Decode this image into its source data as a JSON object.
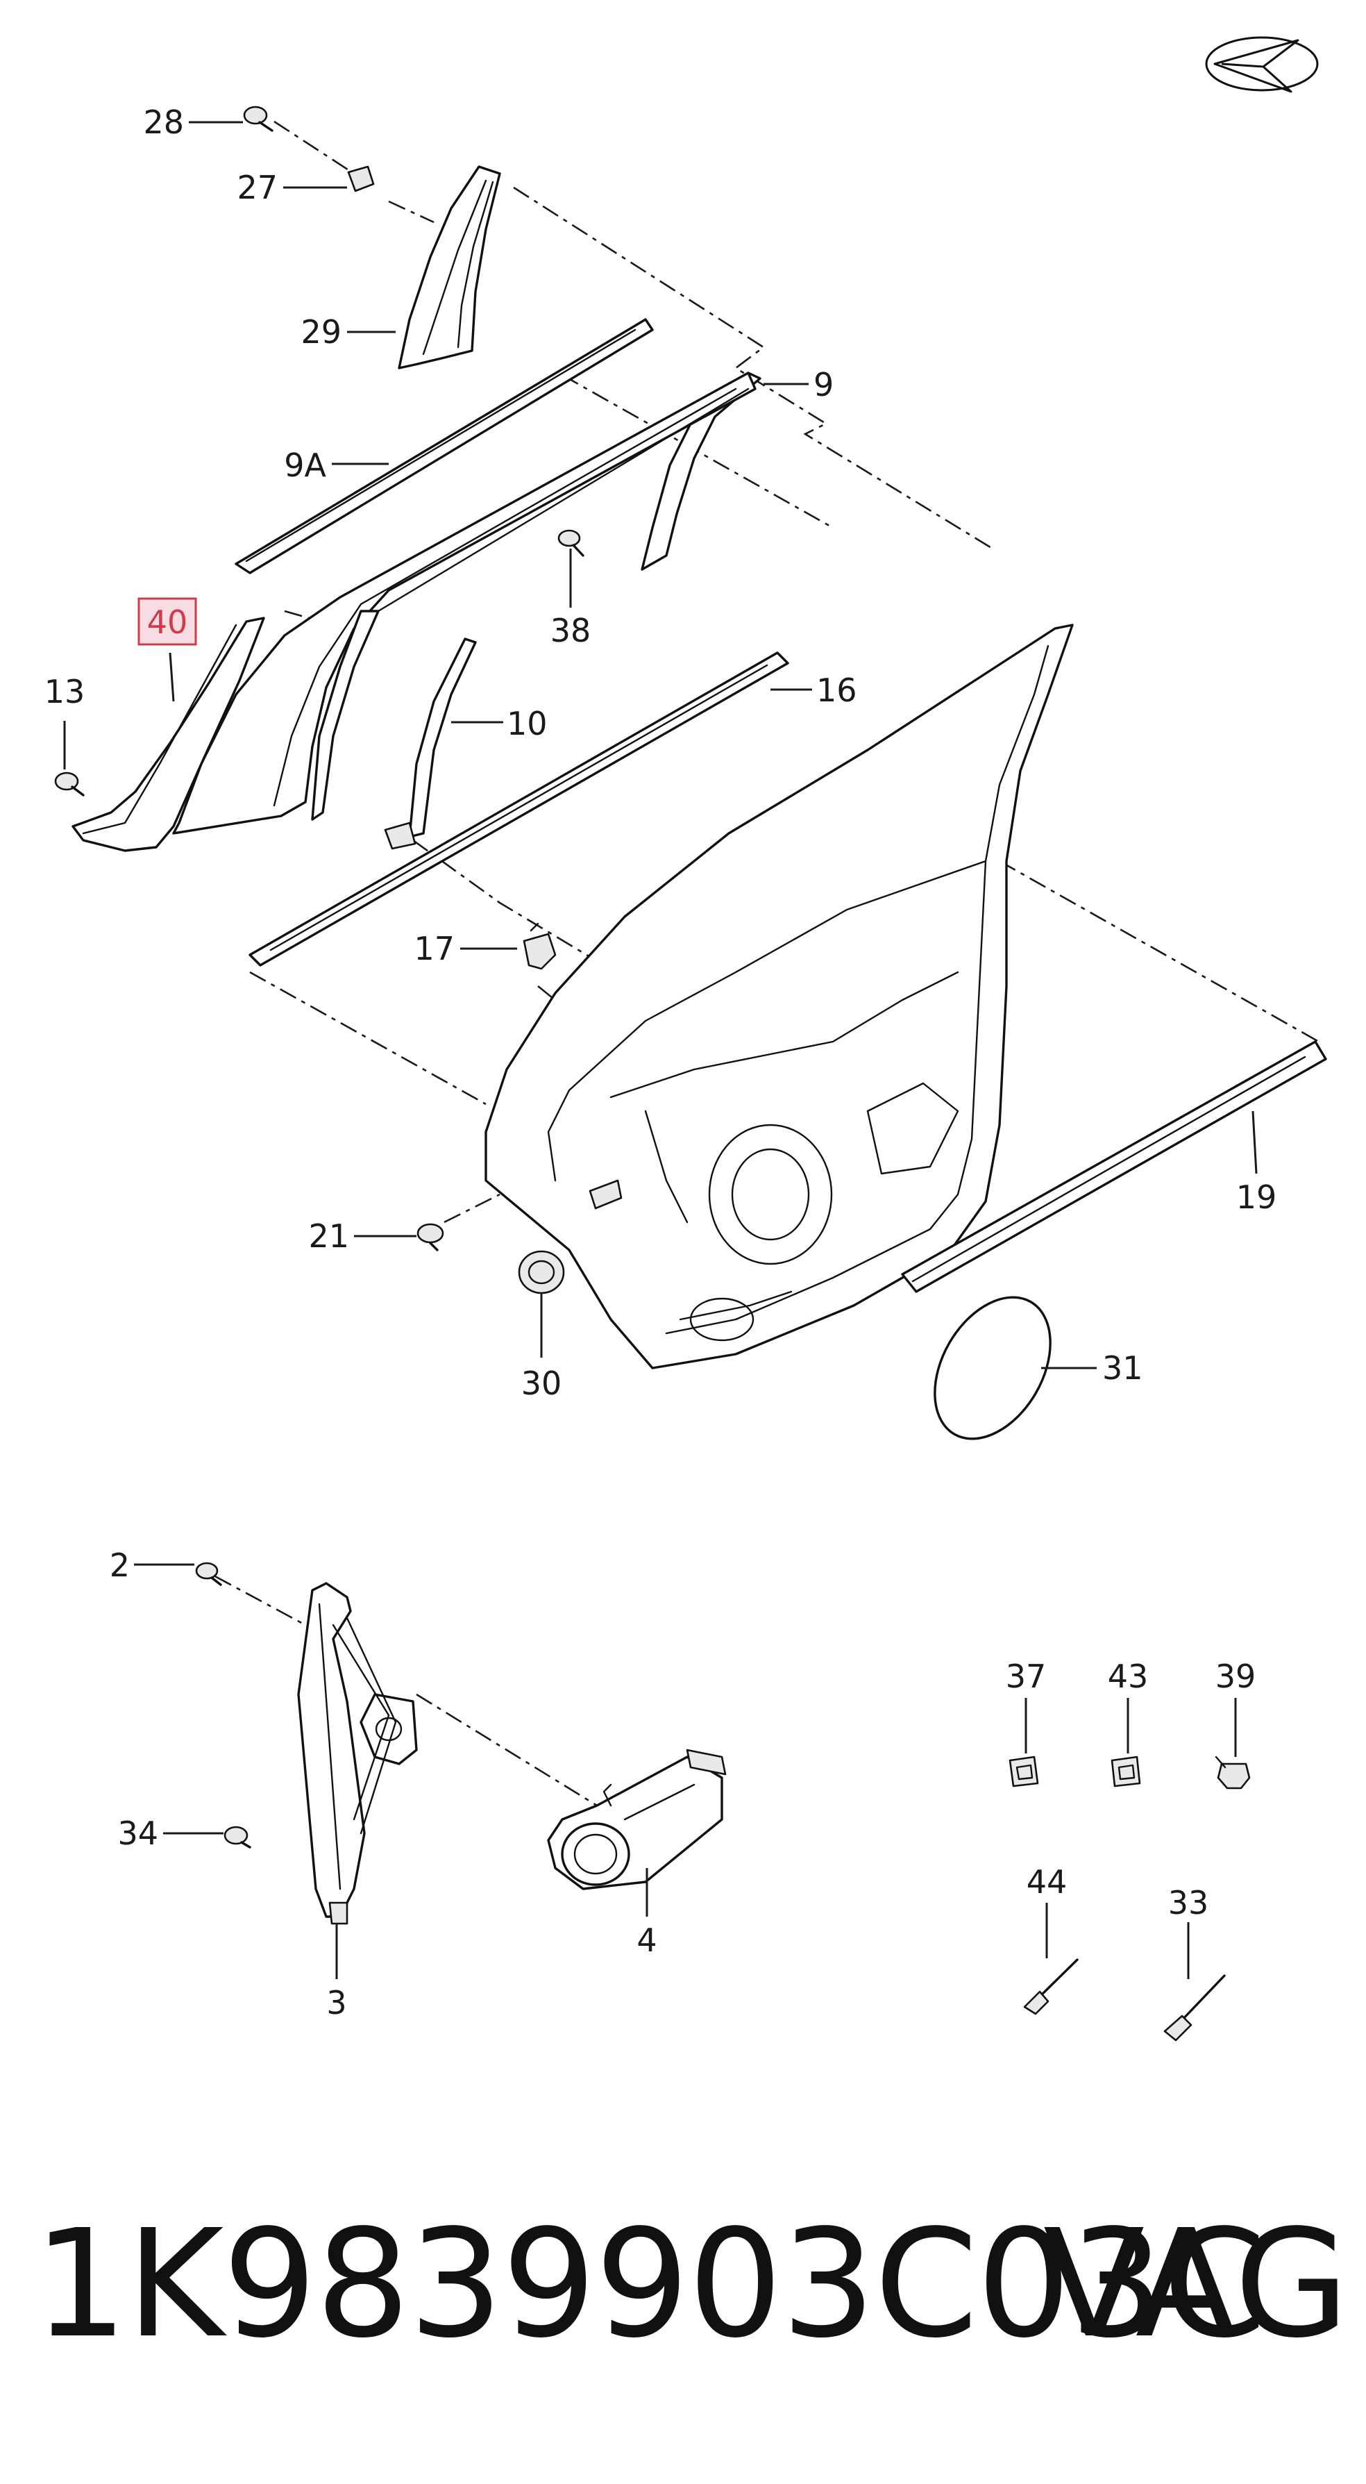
{
  "diagram": {
    "callouts": [
      {
        "id": "28",
        "label": "28"
      },
      {
        "id": "27",
        "label": "27"
      },
      {
        "id": "29",
        "label": "29"
      },
      {
        "id": "9",
        "label": "9"
      },
      {
        "id": "9A",
        "label": "9A"
      },
      {
        "id": "38",
        "label": "38"
      },
      {
        "id": "40",
        "label": "40",
        "highlighted": true
      },
      {
        "id": "13",
        "label": "13"
      },
      {
        "id": "10",
        "label": "10"
      },
      {
        "id": "16",
        "label": "16"
      },
      {
        "id": "17",
        "label": "17"
      },
      {
        "id": "19",
        "label": "19"
      },
      {
        "id": "21",
        "label": "21"
      },
      {
        "id": "30",
        "label": "30"
      },
      {
        "id": "31",
        "label": "31"
      },
      {
        "id": "2",
        "label": "2"
      },
      {
        "id": "34",
        "label": "34"
      },
      {
        "id": "3",
        "label": "3"
      },
      {
        "id": "4",
        "label": "4"
      },
      {
        "id": "37",
        "label": "37"
      },
      {
        "id": "43",
        "label": "43"
      },
      {
        "id": "39",
        "label": "39"
      },
      {
        "id": "44",
        "label": "44"
      },
      {
        "id": "33",
        "label": "33"
      }
    ],
    "highlight_color": "#d23b4c",
    "logo_icon": "aircraft-arrow-logo-icon"
  },
  "footer": {
    "part_number": "1K9839903C03C",
    "brand": "VAG"
  }
}
